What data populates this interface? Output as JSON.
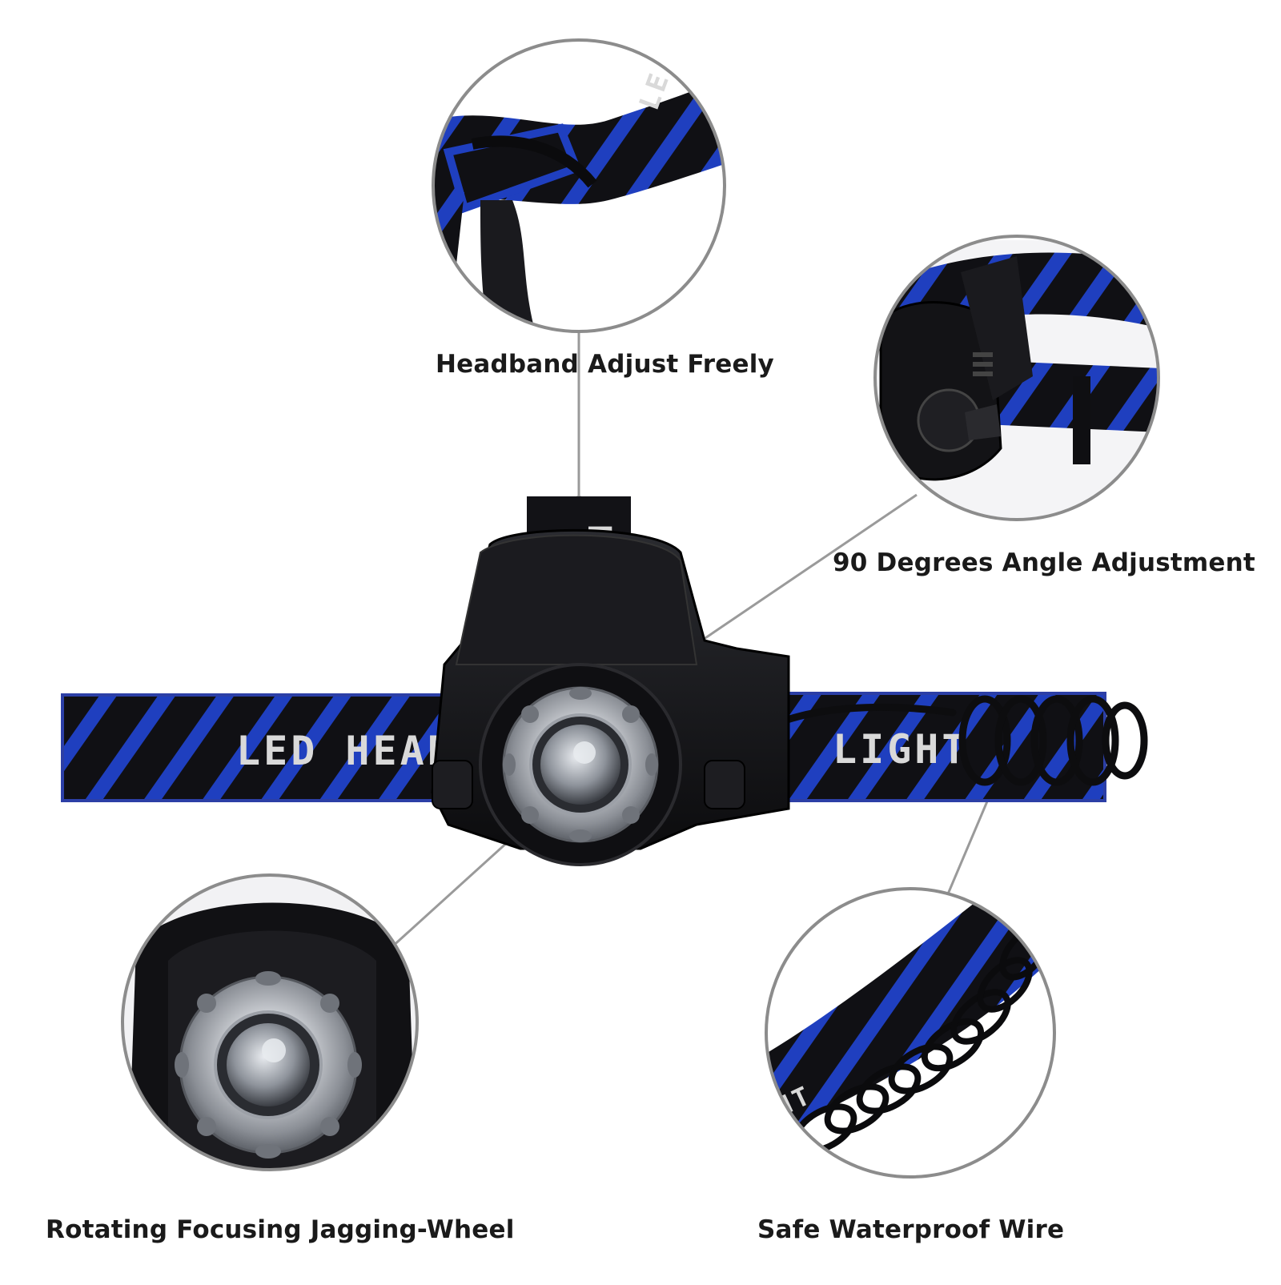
{
  "features": [
    {
      "id": "headband",
      "label": "Headband Adjust Freely",
      "icon": "headband-buckle"
    },
    {
      "id": "angle",
      "label": "90 Degrees Angle Adjustment",
      "icon": "hinge"
    },
    {
      "id": "focus",
      "label": "Rotating Focusing Jagging-Wheel",
      "icon": "zoom-lens"
    },
    {
      "id": "wire",
      "label": "Safe Waterproof Wire",
      "icon": "coiled-cable"
    }
  ],
  "strap": {
    "left_text": "LED HEAD",
    "right_text": "LIGHT",
    "top_text": "HE"
  },
  "colors": {
    "strap_blue": "#1f3fbf",
    "strap_black": "#101014",
    "body_black": "#151518",
    "lens_silver": "#b9bcc2",
    "callout_line": "#9a9a9a",
    "circle_border": "#8c8c8c"
  }
}
